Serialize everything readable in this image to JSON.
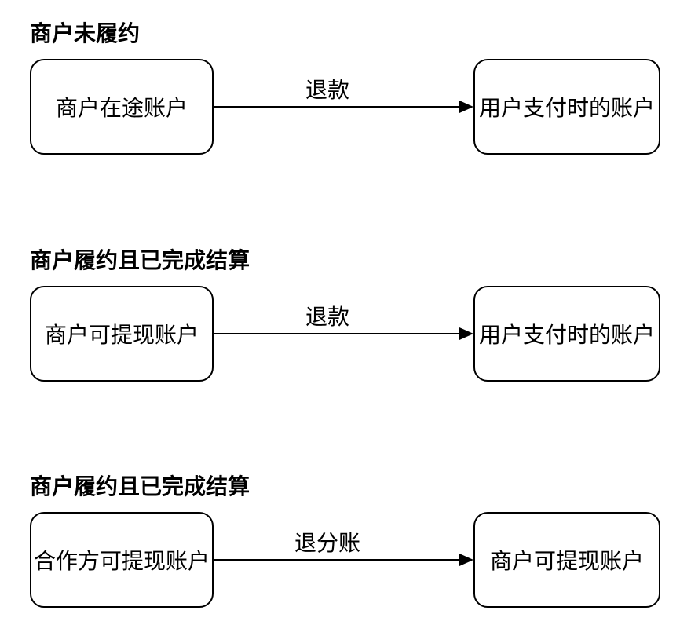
{
  "page": {
    "background_color": "#ffffff",
    "ink_color": "#000000",
    "arrow_direction": "right"
  },
  "sections": [
    {
      "title": "商户未履约",
      "source": "商户在途账户",
      "arrow_label": "退款",
      "target": "用户支付时的账户"
    },
    {
      "title": "商户履约且已完成结算",
      "source": "商户可提现账户",
      "arrow_label": "退款",
      "target": "用户支付时的账户"
    },
    {
      "title": "商户履约且已完成结算",
      "source": "合作方可提现账户",
      "arrow_label": "退分账",
      "target": "商户可提现账户"
    }
  ]
}
